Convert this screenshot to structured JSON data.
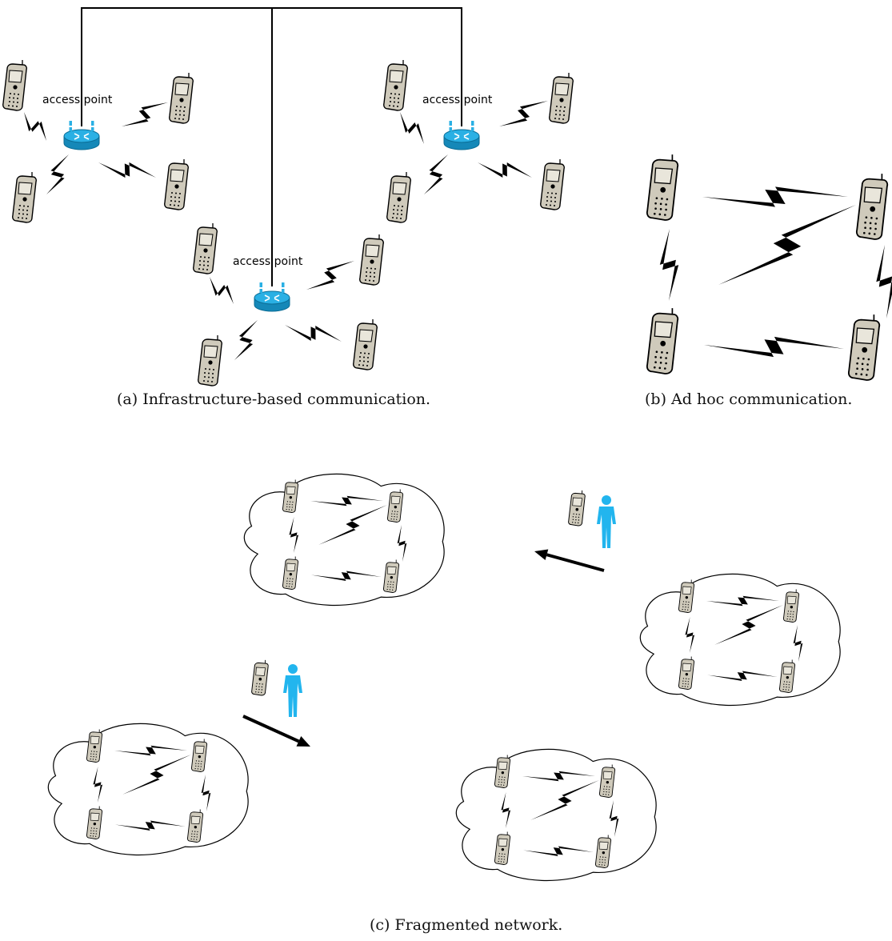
{
  "figure": {
    "access_point_label": "access point",
    "captions": {
      "a": "(a) Infrastructure-based communication.",
      "b": "(b) Ad hoc communication.",
      "c": "(c) Fragmented network."
    }
  },
  "colors": {
    "router": "#2ab0e4",
    "router_dark": "#1588b8",
    "person": "#22b5ee",
    "phone_body": "#cfcabb",
    "phone_screen": "#e9e6db",
    "ink": "#000000"
  },
  "icons": {
    "device": "mobile-phone-icon",
    "router": "wireless-router-icon",
    "link": "lightning-bolt-icon",
    "person": "person-icon",
    "cloud": "cloud-icon",
    "arrow": "arrow-icon"
  }
}
